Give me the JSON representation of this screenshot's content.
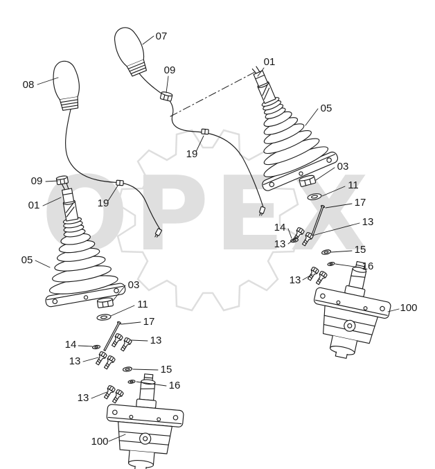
{
  "watermark": {
    "text": "OPEX"
  },
  "callouts": [
    {
      "label": "07"
    },
    {
      "label": "09"
    },
    {
      "label": "08"
    },
    {
      "label": "01"
    },
    {
      "label": "05"
    },
    {
      "label": "03"
    },
    {
      "label": "11"
    },
    {
      "label": "17"
    },
    {
      "label": "13"
    },
    {
      "label": "14"
    },
    {
      "label": "13"
    },
    {
      "label": "15"
    },
    {
      "label": "16"
    },
    {
      "label": "13"
    },
    {
      "label": "100"
    },
    {
      "label": "09"
    },
    {
      "label": "01"
    },
    {
      "label": "19"
    },
    {
      "label": "19"
    },
    {
      "label": "05"
    },
    {
      "label": "03"
    },
    {
      "label": "11"
    },
    {
      "label": "17"
    },
    {
      "label": "14"
    },
    {
      "label": "13"
    },
    {
      "label": "13"
    },
    {
      "label": "15"
    },
    {
      "label": "16"
    },
    {
      "label": "13"
    },
    {
      "label": "100"
    }
  ]
}
